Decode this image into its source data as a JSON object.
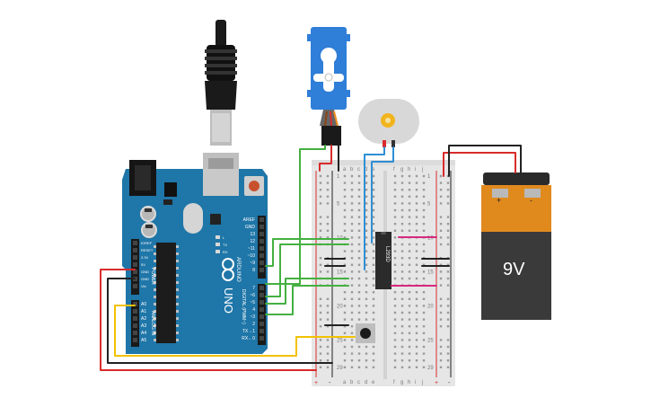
{
  "colors": {
    "background": "#ffffff",
    "arduino_board": "#1f76a8",
    "breadboard": "#e6e6e6",
    "wire_red": "#d92b2b",
    "wire_black": "#222222",
    "wire_green": "#45b041",
    "wire_blue": "#2e8fd6",
    "wire_yellow": "#f2c200",
    "wire_magenta": "#d6297f",
    "battery_body": "#3a3a3a",
    "battery_top": "#e08a1e",
    "servo_body": "#2f7ed8"
  },
  "arduino": {
    "brand": "ARDUINO",
    "model": "UNO",
    "digital_header_label": "DIGITAL (PWM~)",
    "power_label": "POWER",
    "analog_label": "ANALOG IN",
    "digital_pins": [
      "AREF",
      "GND",
      "13",
      "12",
      "~11",
      "~10",
      "~9",
      "8",
      "7",
      "~6",
      "~5",
      "4",
      "~3",
      "2",
      "TX→1",
      "RX←0"
    ],
    "power_pins": [
      "IOREF",
      "RESET",
      "3.3V",
      "5V",
      "GND",
      "GND",
      "Vin"
    ],
    "analog_pins": [
      "A0",
      "A1",
      "A2",
      "A3",
      "A4",
      "A5"
    ],
    "led_labels": [
      "L",
      "TX",
      "RX"
    ]
  },
  "breadboard": {
    "column_letters_left": [
      "a",
      "b",
      "c",
      "d",
      "e"
    ],
    "column_letters_right": [
      "f",
      "g",
      "h",
      "i",
      "j"
    ],
    "rail_plus": "+",
    "rail_minus": "-",
    "row_numbers": [
      "1",
      "5",
      "10",
      "15",
      "20",
      "25",
      "29"
    ]
  },
  "chip": {
    "label": "L293D"
  },
  "battery": {
    "voltage_label": "9V",
    "plus": "+",
    "minus": "-"
  },
  "usb_icon": "usb-cable-icon",
  "servo_icon": "servo-motor-icon",
  "motor_icon": "dc-motor-icon",
  "button_icon": "pushbutton-icon"
}
